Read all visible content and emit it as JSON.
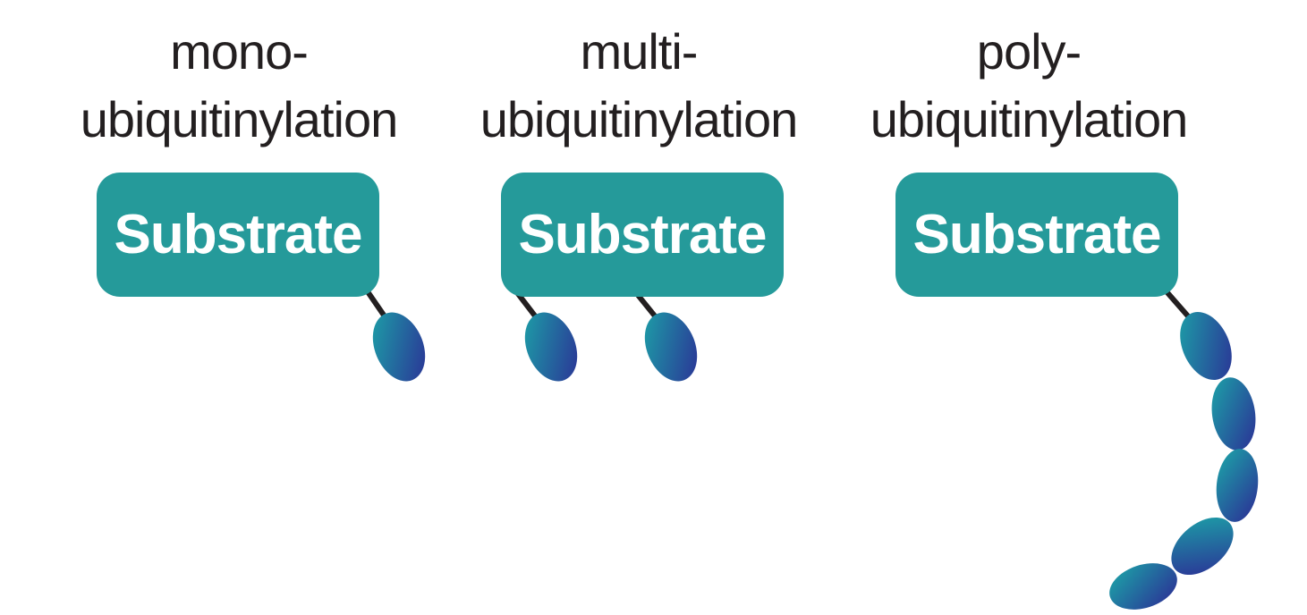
{
  "colors": {
    "substrate_fill": "#259a9a",
    "substrate_text": "#ffffff",
    "title_text": "#231f20",
    "linker": "#231f20",
    "ubiquitin_gradient_start": "#1d9aa6",
    "ubiquitin_gradient_end": "#2b3296"
  },
  "panels": [
    {
      "title_line1": "mono-",
      "title_line2": "ubiquitinylation",
      "substrate_label": "Substrate",
      "ubiquitin_count": 1
    },
    {
      "title_line1": "multi-",
      "title_line2": "ubiquitinylation",
      "substrate_label": "Substrate",
      "ubiquitin_count": 2
    },
    {
      "title_line1": "poly-",
      "title_line2": "ubiquitinylation",
      "substrate_label": "Substrate",
      "ubiquitin_count": 5
    }
  ]
}
